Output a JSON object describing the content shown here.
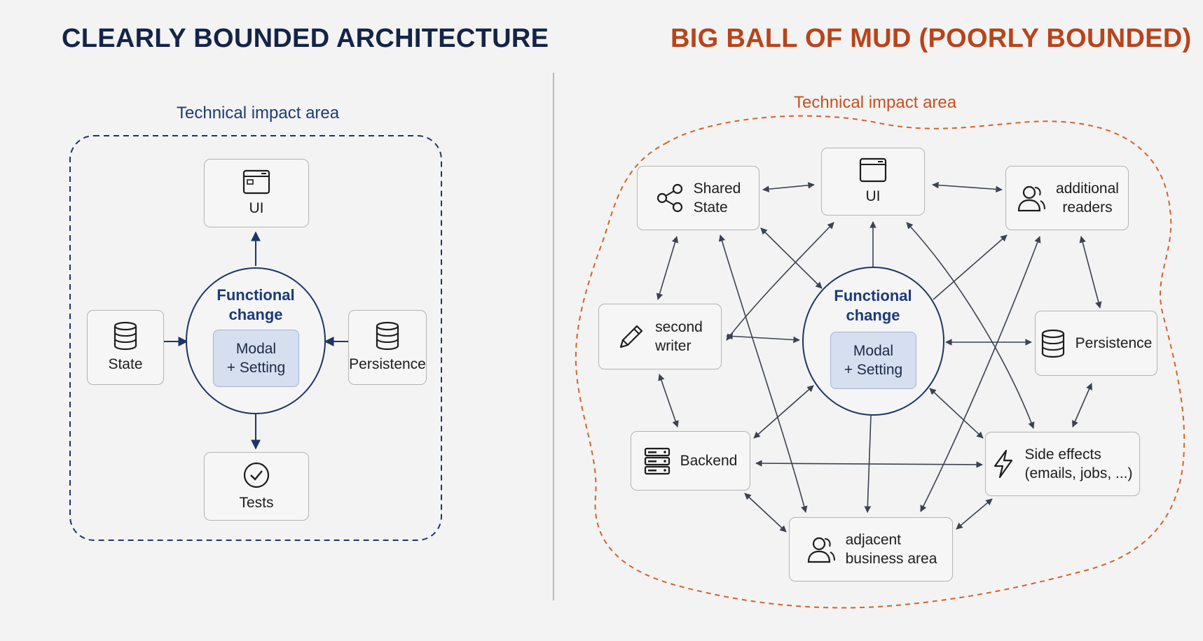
{
  "left": {
    "title": "CLEARLY BOUNDED ARCHITECTURE",
    "area_label": "Technical impact area",
    "center": {
      "title_line1": "Functional",
      "title_line2": "change",
      "modal_line1": "Modal",
      "modal_line2": "+ Setting"
    },
    "nodes": {
      "ui": "UI",
      "state": "State",
      "persistence": "Persistence",
      "tests": "Tests"
    }
  },
  "right": {
    "title": "BIG BALL OF MUD (POORLY BOUNDED)",
    "area_label": "Technical impact area",
    "center": {
      "title_line1": "Functional",
      "title_line2": "change",
      "modal_line1": "Modal",
      "modal_line2": "+ Setting"
    },
    "nodes": {
      "shared_state": {
        "line1": "Shared",
        "line2": "State"
      },
      "ui": "UI",
      "additional_readers": {
        "line1": "additional",
        "line2": "readers"
      },
      "second_writer": {
        "line1": "second",
        "line2": "writer"
      },
      "persistence": "Persistence",
      "backend": "Backend",
      "side_effects": {
        "line1": "Side effects",
        "line2": "(emails, jobs, ...)"
      },
      "adjacent_business": {
        "line1": "adjacent",
        "line2": "business area"
      }
    }
  },
  "colors": {
    "navy": "#1d3566",
    "orange": "#c84f1f",
    "node_border": "#b4b4b4",
    "modal_fill": "#d6dff0"
  },
  "icons": [
    "window-icon",
    "database-icon",
    "check-circle-icon",
    "share-icon",
    "users-icon",
    "pencil-icon",
    "server-icon",
    "lightning-icon"
  ]
}
